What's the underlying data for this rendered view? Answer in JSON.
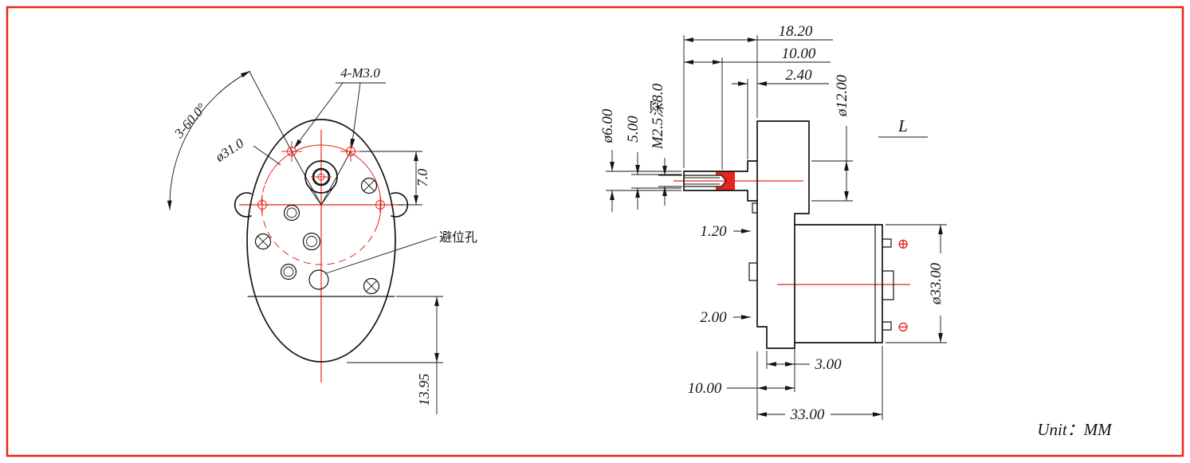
{
  "colors": {
    "accent_red": "#e8241c",
    "line": "#141414",
    "background": "#ffffff"
  },
  "unit": {
    "label": "Unit：MM"
  },
  "front_view": {
    "hole_callout": "4-M3.0",
    "angle_dim": "3-60.0°",
    "bolt_circle_dim": "ø31.0",
    "hole_offset_dim": "7.0",
    "clearance_hole_label": "避位孔",
    "bottom_dim": "13.95"
  },
  "side_view": {
    "shaft_total_dim": "18.20",
    "shaft_length_dim": "10.00",
    "boss_protrusion_dim": "2.40",
    "shaft_dia_dim": "ø6.00",
    "shaft_flat_dim": "5.00",
    "thread_callout": "M2.5深8.0",
    "boss_dia_dim": "ø12.00",
    "length_label": "L",
    "step_dim_1": "1.20",
    "step_dim_2": "2.00",
    "plate_dim": "3.00",
    "gearbox_depth_dim": "10.00",
    "body_length_dim": "33.00",
    "motor_dia_dim": "ø33.00",
    "terminal_positive": "⊕",
    "terminal_negative": "⊖"
  }
}
